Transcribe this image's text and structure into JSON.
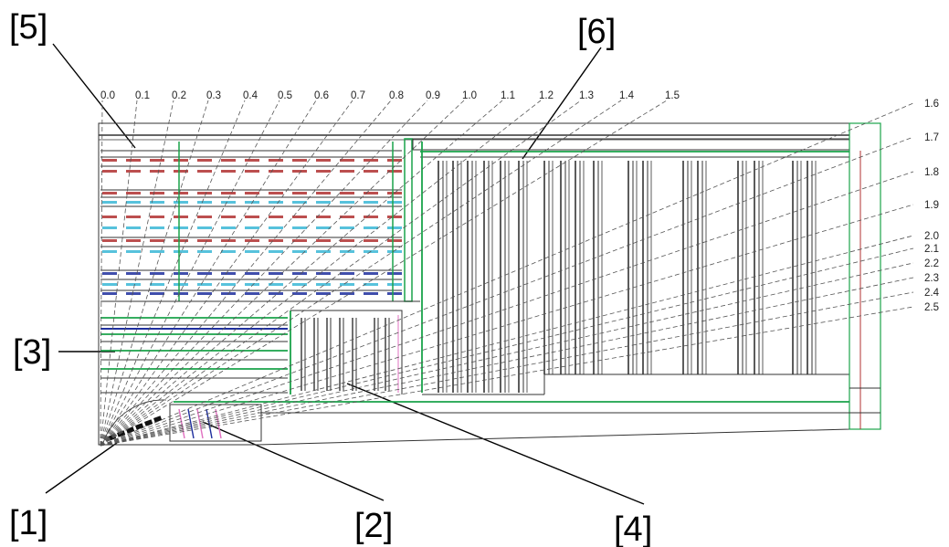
{
  "callouts": {
    "c1": "[1]",
    "c2": "[2]",
    "c3": "[3]",
    "c4": "[4]",
    "c5": "[5]",
    "c6": "[6]"
  },
  "eta_labels": [
    "0.0",
    "0.1",
    "0.2",
    "0.3",
    "0.4",
    "0.5",
    "0.6",
    "0.7",
    "0.8",
    "0.9",
    "1.0",
    "1.1",
    "1.2",
    "1.3",
    "1.4",
    "1.5",
    "1.6",
    "1.7",
    "1.8",
    "1.9",
    "2.0",
    "2.1",
    "2.2",
    "2.3",
    "2.4",
    "2.5"
  ],
  "colors": {
    "outline": "#333333",
    "support_green": "#1aa34a",
    "module_red": "#b03030",
    "module_cyan": "#39b7d6",
    "module_blue": "#1f2f9e",
    "pink": "#e070c0",
    "eta_dash": "#555555"
  }
}
